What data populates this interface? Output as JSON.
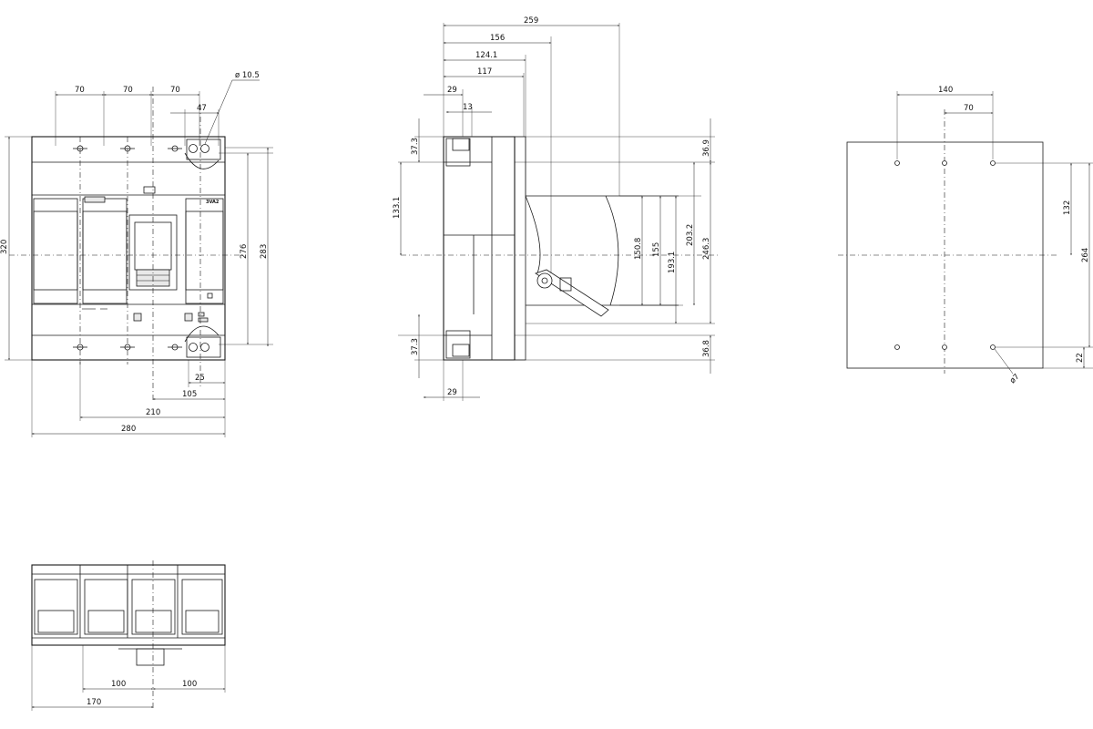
{
  "front_view": {
    "dims": {
      "pitch_1": "70",
      "pitch_2": "70",
      "pitch_3": "70",
      "hole_dia": "ø 10.5",
      "terminal_width": "47",
      "height_total": "320",
      "height_terminals": "276",
      "height_outer": "283",
      "bottom_25": "25",
      "bottom_105": "105",
      "bottom_210": "210",
      "width_total": "280"
    },
    "labels": {
      "nameplate": "3VA2"
    }
  },
  "side_view": {
    "dims": {
      "depth_259": "259",
      "depth_156": "156",
      "depth_124": "124.1",
      "depth_117": "117",
      "top_29": "29",
      "top_13": "13",
      "bottom_29": "29",
      "left_37_top": "37.3",
      "left_133": "133.1",
      "left_37_bottom": "37.3",
      "handle_150": "150.8",
      "handle_155": "155",
      "handle_193": "193.1",
      "handle_203": "203.2",
      "handle_246": "246.3",
      "right_36_top": "36.9",
      "right_36_bottom": "36.8"
    }
  },
  "drilling_view": {
    "dims": {
      "spacing_140": "140",
      "spacing_70": "70",
      "vertical_132": "132",
      "vertical_264": "264",
      "vertical_22": "22",
      "hole_dia": "ø7"
    }
  },
  "bottom_view": {
    "dims": {
      "dim_100_left": "100",
      "dim_100_right": "100",
      "dim_170": "170"
    }
  }
}
